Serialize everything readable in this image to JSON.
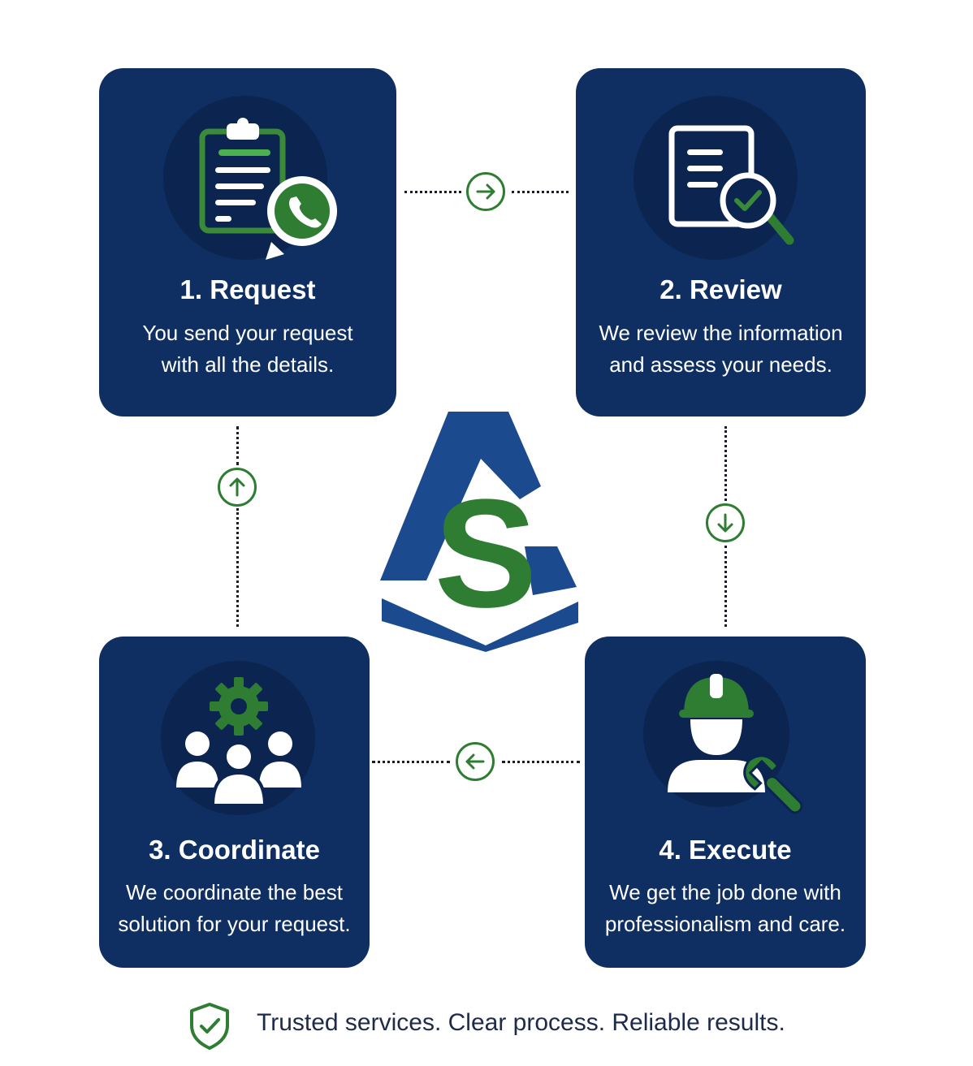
{
  "steps": [
    {
      "title": "1. Request",
      "desc_line1": "You send your request",
      "desc_line2": "with all the details."
    },
    {
      "title": "2. Review",
      "desc_line1": "We review the information",
      "desc_line2": "and assess your needs."
    },
    {
      "title": "3. Coordinate",
      "desc_line1": "We coordinate the best",
      "desc_line2": "solution for your request."
    },
    {
      "title": "4. Execute",
      "desc_line1": "We get the job done with",
      "desc_line2": "professionalism and care."
    }
  ],
  "footer": {
    "tagline": "Trusted services. Clear process. Reliable results."
  },
  "colors": {
    "card_navy": "#0f2f62",
    "accent_green": "#2e7d32",
    "logo_blue": "#1c4a8f"
  },
  "icons": {
    "step1": "clipboard-whatsapp-icon",
    "step2": "document-search-check-icon",
    "step3": "team-gear-icon",
    "step4": "worker-wrench-icon",
    "footer": "shield-check-icon"
  }
}
